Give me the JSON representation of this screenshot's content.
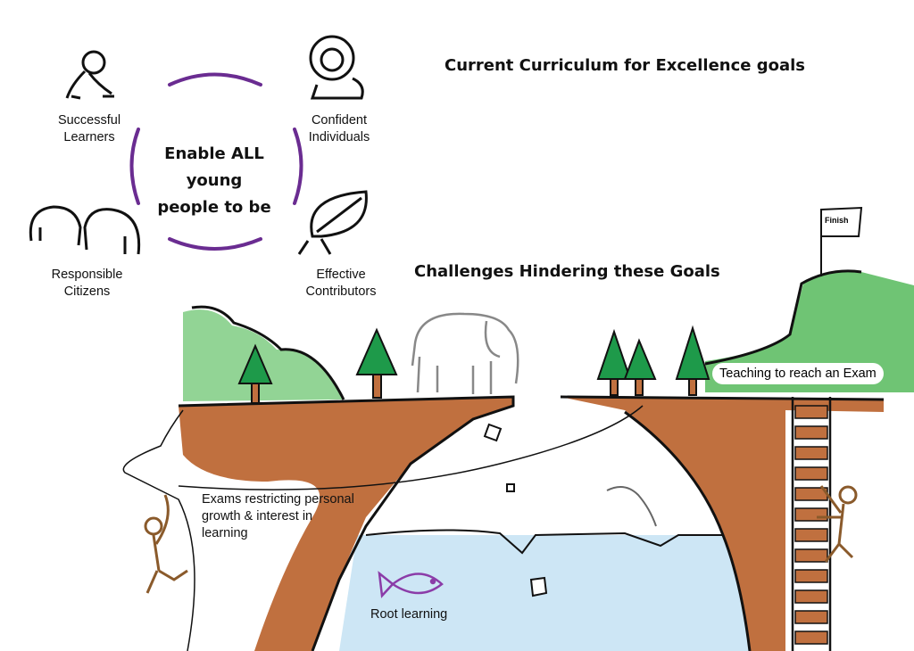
{
  "title": "Current Curriculum for Excellence goals",
  "subtitle": "Challenges Hindering these Goals",
  "center_text": [
    "Enable ALL young",
    "people to be"
  ],
  "goals": [
    {
      "line1": "Successful",
      "line2": "Learners",
      "icon": "monkey-icon"
    },
    {
      "line1": "Confident",
      "line2": "Individuals",
      "icon": "lion-icon"
    },
    {
      "line1": "Responsible",
      "line2": "Citizens",
      "icon": "elephants-icon"
    },
    {
      "line1": "Effective",
      "line2": "Contributors",
      "icon": "leaf-icon"
    }
  ],
  "flag": "Finish",
  "exam_label": "Teaching to reach an Exam",
  "exams_text": [
    "Exams restricting personal",
    "growth & interest in",
    "learning"
  ],
  "root_label": "Root learning",
  "colors": {
    "purple": "#6a2c91",
    "earth": "#c0703f",
    "grass": "#5dbb63",
    "tree": "#1e9a4a",
    "water": "#cde6f5"
  }
}
